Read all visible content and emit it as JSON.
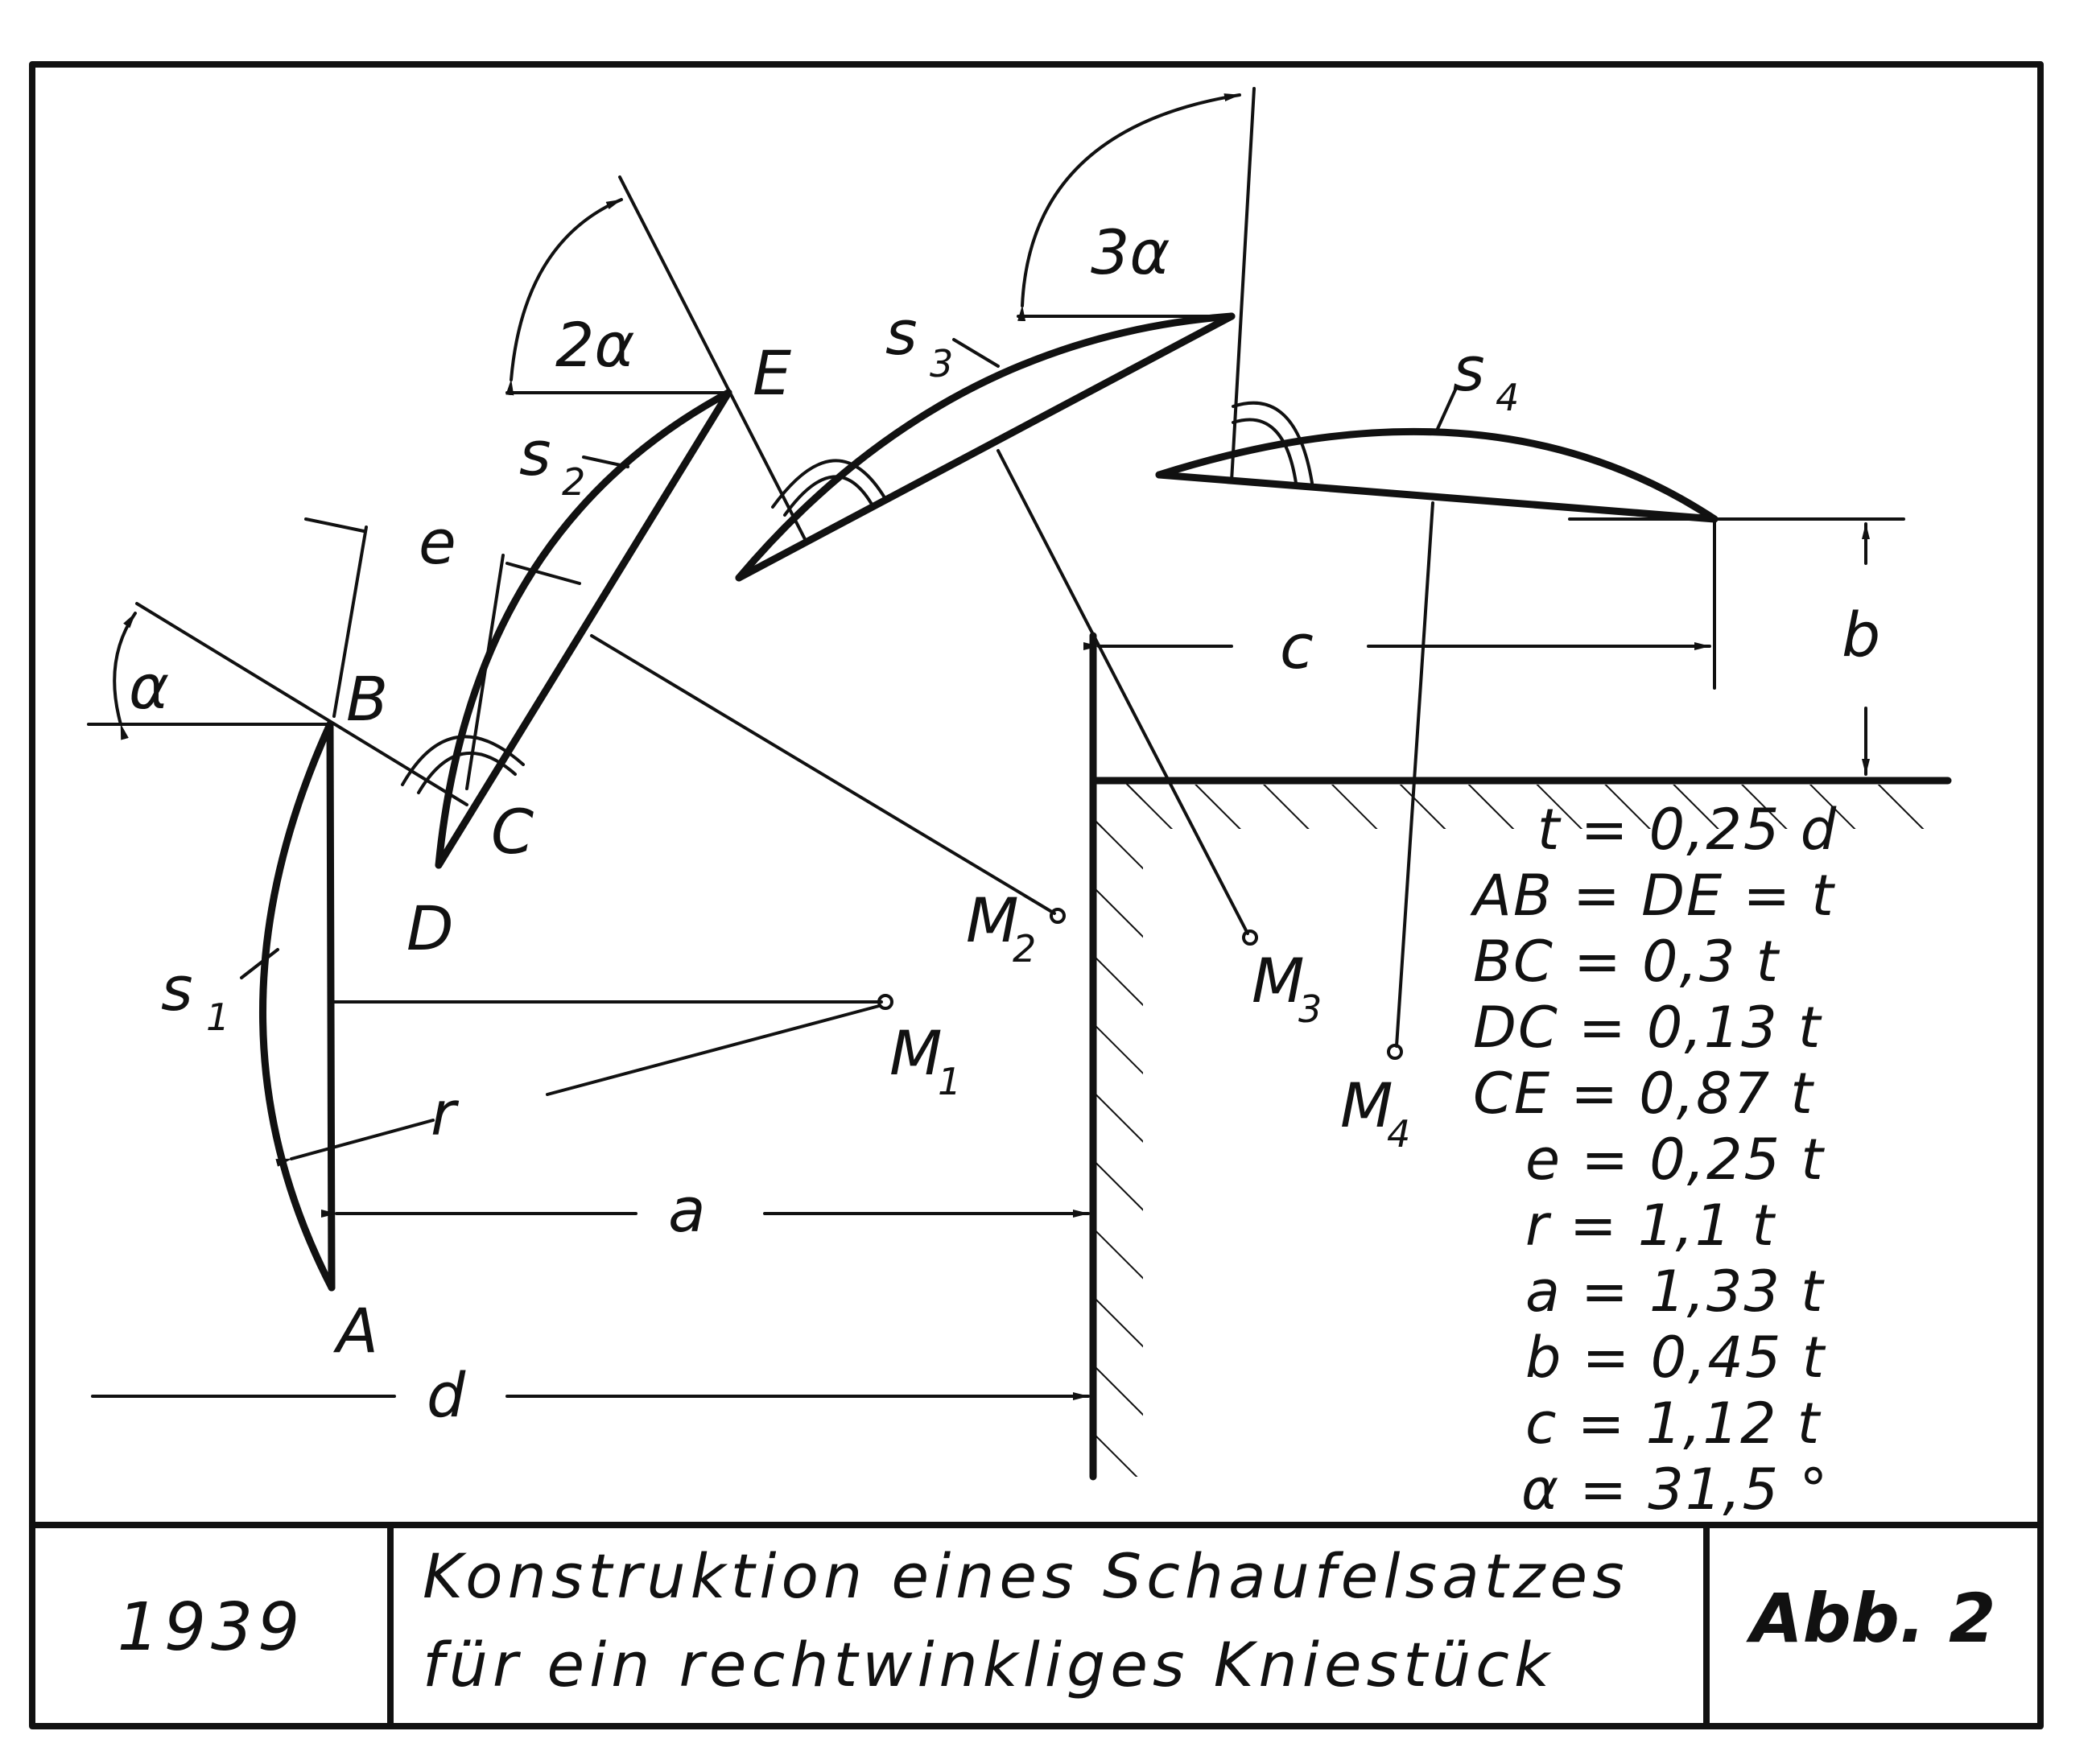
{
  "labels": {
    "alpha": "α",
    "two_alpha": "2α",
    "three_alpha": "3α",
    "A": "A",
    "B": "B",
    "C": "C",
    "D": "D",
    "E": "E",
    "e": "e",
    "r": "r",
    "a": "a",
    "b": "b",
    "c": "c",
    "d": "d",
    "s": "s",
    "M": "M",
    "sub1": "1",
    "sub2": "2",
    "sub3": "3",
    "sub4": "4"
  },
  "formulas": [
    "t = 0,25 d",
    "AB = DE = t",
    "BC = 0,3 t",
    "DC = 0,13 t",
    "CE = 0,87 t",
    "e = 0,25 t",
    "r = 1,1 t",
    "a = 1,33 t",
    "b = 0,45 t",
    "c = 1,12 t",
    "α = 31,5 °"
  ],
  "title_block": {
    "year": "1939",
    "title_line1": "Konstruktion eines Schaufelsatzes",
    "title_line2": "für ein rechtwinkliges Kniestück",
    "figure": "Abb. 2"
  }
}
